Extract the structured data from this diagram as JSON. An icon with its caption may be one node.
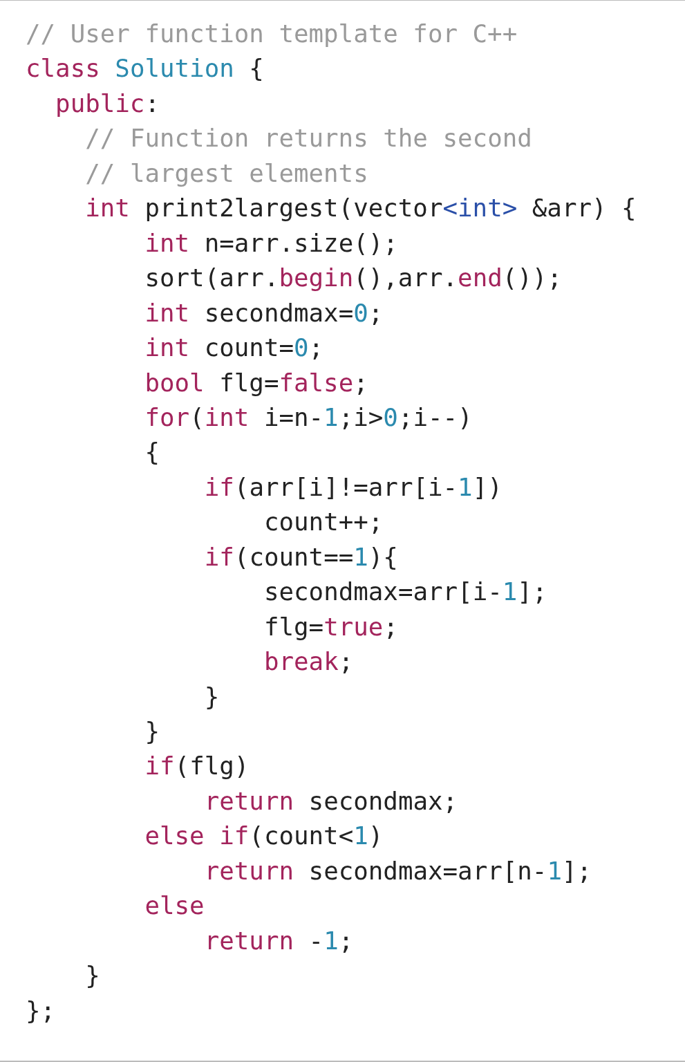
{
  "diagram": {
    "labels": [
      "// User function template for C++",
      "class Solution {",
      "public:",
      "// Function returns the second",
      "// largest elements",
      "int print2largest(vector<int> &arr) {",
      "int n=arr.size();",
      "sort(arr.begin(),arr.end());",
      "int secondmax=0;",
      "int count=0;",
      "bool flg=false;",
      "for(int i=n-1;i>0;i--)",
      "{",
      "if(arr[i]!=arr[i-1])",
      "count++;",
      "if(count==1){",
      "secondmax=arr[i-1];",
      "flg=true;",
      "break;",
      "}",
      "}",
      "if(flg)",
      "return secondmax;",
      "else if(count<1)",
      "return secondmax=arr[n-1];",
      "else",
      "return -1;",
      "}",
      "};"
    ]
  }
}
